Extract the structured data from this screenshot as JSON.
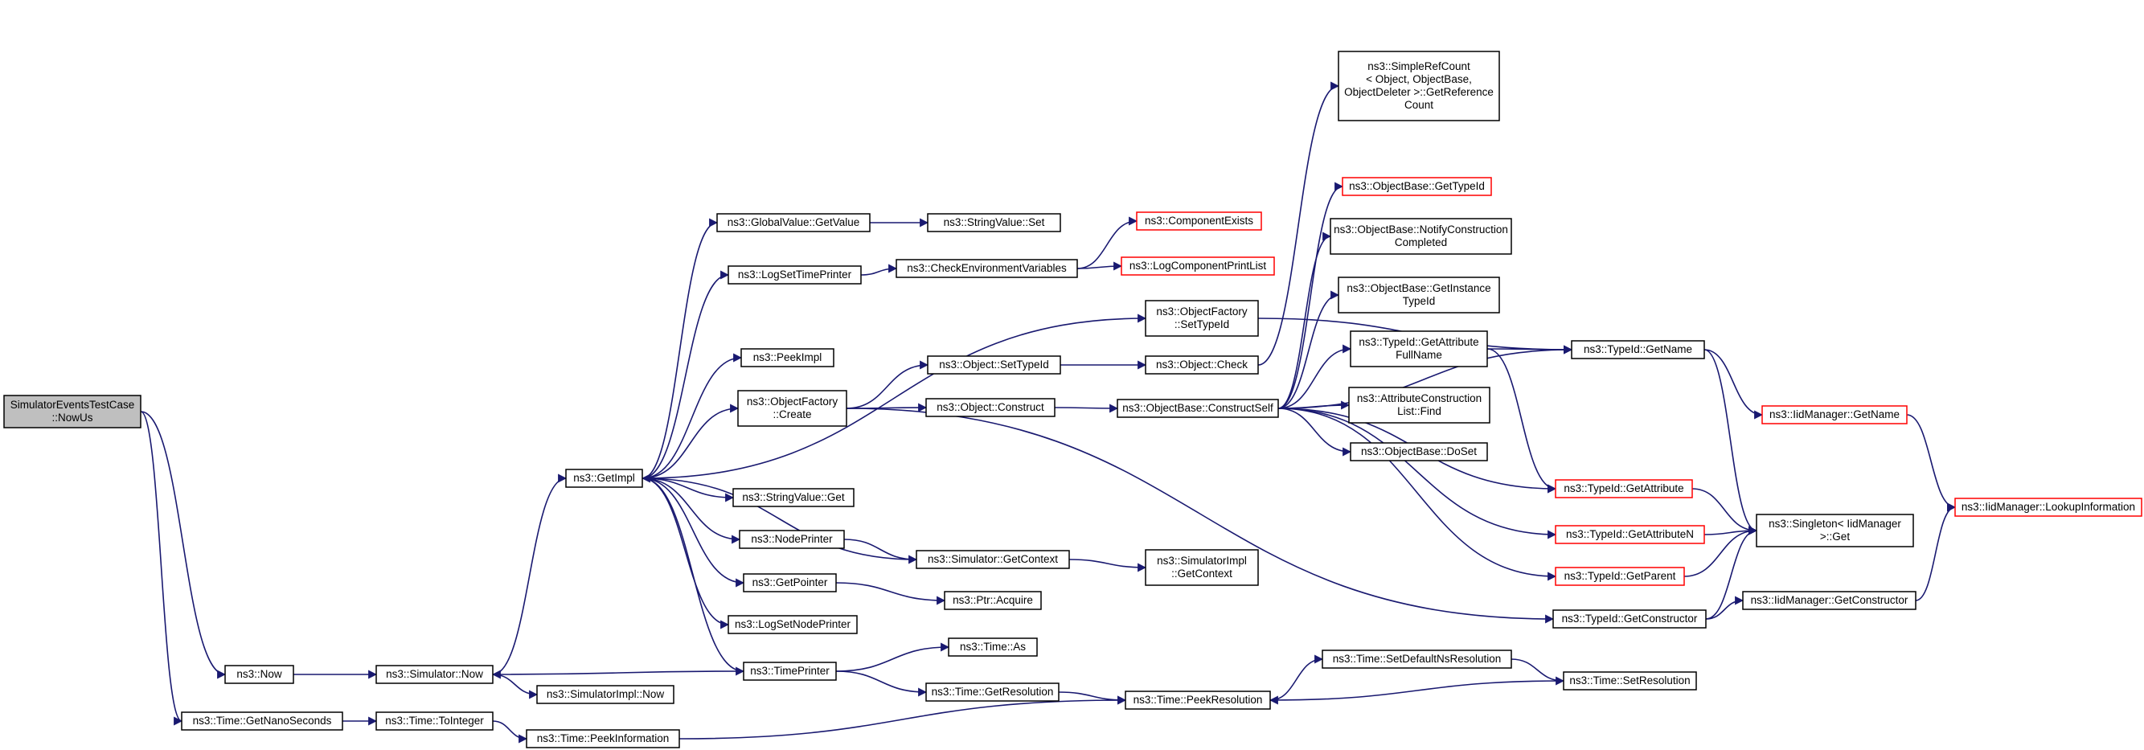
{
  "diagram": {
    "type": "call-graph",
    "colors": {
      "edge": "#191970",
      "node_border": "#000000",
      "truncated_border": "#ff0000",
      "root_fill": "#bfbfbf"
    },
    "nodes": [
      {
        "id": "root",
        "lines": [
          "SimulatorEventsTestCase",
          "::NowUs"
        ],
        "style": "root"
      },
      {
        "id": "now",
        "lines": [
          "ns3::Now"
        ]
      },
      {
        "id": "getnano",
        "lines": [
          "ns3::Time::GetNanoSeconds"
        ]
      },
      {
        "id": "simnow",
        "lines": [
          "ns3::Simulator::Now"
        ]
      },
      {
        "id": "tointeger",
        "lines": [
          "ns3::Time::ToInteger"
        ]
      },
      {
        "id": "getimpl",
        "lines": [
          "ns3::GetImpl"
        ]
      },
      {
        "id": "simimplnow",
        "lines": [
          "ns3::SimulatorImpl::Now"
        ]
      },
      {
        "id": "peekinfo",
        "lines": [
          "ns3::Time::PeekInformation"
        ]
      },
      {
        "id": "globalget",
        "lines": [
          "ns3::GlobalValue::GetValue"
        ]
      },
      {
        "id": "logsettime",
        "lines": [
          "ns3::LogSetTimePrinter"
        ]
      },
      {
        "id": "peekimpl",
        "lines": [
          "ns3::PeekImpl"
        ]
      },
      {
        "id": "ofcreate",
        "lines": [
          "ns3::ObjectFactory",
          "::Create"
        ]
      },
      {
        "id": "strget",
        "lines": [
          "ns3::StringValue::Get"
        ]
      },
      {
        "id": "nodeprinter",
        "lines": [
          "ns3::NodePrinter"
        ]
      },
      {
        "id": "getpointer",
        "lines": [
          "ns3::GetPointer"
        ]
      },
      {
        "id": "logsetnode",
        "lines": [
          "ns3::LogSetNodePrinter"
        ]
      },
      {
        "id": "timeprinter",
        "lines": [
          "ns3::TimePrinter"
        ]
      },
      {
        "id": "strset",
        "lines": [
          "ns3::StringValue::Set"
        ]
      },
      {
        "id": "checkenv",
        "lines": [
          "ns3::CheckEnvironmentVariables"
        ]
      },
      {
        "id": "objsettypeid",
        "lines": [
          "ns3::Object::SetTypeId"
        ]
      },
      {
        "id": "objconstruct",
        "lines": [
          "ns3::Object::Construct"
        ]
      },
      {
        "id": "simgetctx",
        "lines": [
          "ns3::Simulator::GetContext"
        ]
      },
      {
        "id": "ptracquire",
        "lines": [
          "ns3::Ptr::Acquire"
        ]
      },
      {
        "id": "timeas",
        "lines": [
          "ns3::Time::As"
        ]
      },
      {
        "id": "getres",
        "lines": [
          "ns3::Time::GetResolution"
        ]
      },
      {
        "id": "compexists",
        "lines": [
          "ns3::ComponentExists"
        ],
        "style": "red"
      },
      {
        "id": "logcomplist",
        "lines": [
          "ns3::LogComponentPrintList"
        ],
        "style": "red"
      },
      {
        "id": "ofsettypeid",
        "lines": [
          "ns3::ObjectFactory",
          "::SetTypeId"
        ]
      },
      {
        "id": "objcheck",
        "lines": [
          "ns3::Object::Check"
        ]
      },
      {
        "id": "obconstructself",
        "lines": [
          "ns3::ObjectBase::ConstructSelf"
        ]
      },
      {
        "id": "simimplgetctx",
        "lines": [
          "ns3::SimulatorImpl",
          "::GetContext"
        ]
      },
      {
        "id": "peekres",
        "lines": [
          "ns3::Time::PeekResolution"
        ]
      },
      {
        "id": "refcount",
        "lines": [
          "ns3::SimpleRefCount",
          "< Object, ObjectBase,",
          "ObjectDeleter >::GetReference",
          "Count"
        ]
      },
      {
        "id": "obgettypeid",
        "lines": [
          "ns3::ObjectBase::GetTypeId"
        ],
        "style": "red"
      },
      {
        "id": "obnotify",
        "lines": [
          "ns3::ObjectBase::NotifyConstruction",
          "Completed"
        ]
      },
      {
        "id": "obgetinst",
        "lines": [
          "ns3::ObjectBase::GetInstance",
          "TypeId"
        ]
      },
      {
        "id": "tidgetattrfull",
        "lines": [
          "ns3::TypeId::GetAttribute",
          "FullName"
        ]
      },
      {
        "id": "attrlistfind",
        "lines": [
          "ns3::AttributeConstruction",
          "List::Find"
        ]
      },
      {
        "id": "obdoset",
        "lines": [
          "ns3::ObjectBase::DoSet"
        ]
      },
      {
        "id": "setdefaultns",
        "lines": [
          "ns3::Time::SetDefaultNsResolution"
        ]
      },
      {
        "id": "tidgetname",
        "lines": [
          "ns3::TypeId::GetName"
        ]
      },
      {
        "id": "tidgetattr",
        "lines": [
          "ns3::TypeId::GetAttribute"
        ],
        "style": "red"
      },
      {
        "id": "tidgetattrn",
        "lines": [
          "ns3::TypeId::GetAttributeN"
        ],
        "style": "red"
      },
      {
        "id": "tidgetparent",
        "lines": [
          "ns3::TypeId::GetParent"
        ],
        "style": "red"
      },
      {
        "id": "tidgetctor",
        "lines": [
          "ns3::TypeId::GetConstructor"
        ]
      },
      {
        "id": "setres",
        "lines": [
          "ns3::Time::SetResolution"
        ]
      },
      {
        "id": "iidgetname",
        "lines": [
          "ns3::IidManager::GetName"
        ],
        "style": "red"
      },
      {
        "id": "singletonget",
        "lines": [
          "ns3::Singleton< IidManager",
          ">::Get"
        ]
      },
      {
        "id": "iidgetctor",
        "lines": [
          "ns3::IidManager::GetConstructor"
        ]
      },
      {
        "id": "iidlookup",
        "lines": [
          "ns3::IidManager::LookupInformation"
        ],
        "style": "red"
      }
    ],
    "edges": [
      [
        "root",
        "now"
      ],
      [
        "root",
        "getnano"
      ],
      [
        "now",
        "simnow"
      ],
      [
        "getnano",
        "tointeger"
      ],
      [
        "tointeger",
        "peekinfo"
      ],
      [
        "simnow",
        "getimpl"
      ],
      [
        "simnow",
        "simimplnow"
      ],
      [
        "timeprinter",
        "simnow"
      ],
      [
        "getimpl",
        "globalget"
      ],
      [
        "getimpl",
        "logsettime"
      ],
      [
        "getimpl",
        "ofsettypeid"
      ],
      [
        "getimpl",
        "peekimpl"
      ],
      [
        "getimpl",
        "ofcreate"
      ],
      [
        "getimpl",
        "strget"
      ],
      [
        "getimpl",
        "nodeprinter"
      ],
      [
        "getimpl",
        "getpointer"
      ],
      [
        "getimpl",
        "logsetnode"
      ],
      [
        "getimpl",
        "timeprinter"
      ],
      [
        "simgetctx",
        "getimpl"
      ],
      [
        "globalget",
        "strset"
      ],
      [
        "logsettime",
        "checkenv"
      ],
      [
        "checkenv",
        "compexists"
      ],
      [
        "checkenv",
        "logcomplist"
      ],
      [
        "ofcreate",
        "objsettypeid"
      ],
      [
        "ofcreate",
        "objconstruct"
      ],
      [
        "ofcreate",
        "tidgetctor"
      ],
      [
        "nodeprinter",
        "simgetctx"
      ],
      [
        "getpointer",
        "ptracquire"
      ],
      [
        "timeprinter",
        "timeas"
      ],
      [
        "timeprinter",
        "getres"
      ],
      [
        "objsettypeid",
        "objcheck"
      ],
      [
        "objconstruct",
        "obconstructself"
      ],
      [
        "simgetctx",
        "simimplgetctx"
      ],
      [
        "getres",
        "peekres"
      ],
      [
        "peekinfo",
        "peekres"
      ],
      [
        "ofsettypeid",
        "tidgetname"
      ],
      [
        "objcheck",
        "refcount"
      ],
      [
        "obconstructself",
        "obgettypeid"
      ],
      [
        "obconstructself",
        "obnotify"
      ],
      [
        "obconstructself",
        "obgetinst"
      ],
      [
        "obconstructself",
        "tidgetattrfull"
      ],
      [
        "obconstructself",
        "attrlistfind"
      ],
      [
        "obconstructself",
        "obdoset"
      ],
      [
        "obconstructself",
        "tidgetattr"
      ],
      [
        "obconstructself",
        "tidgetattrn"
      ],
      [
        "obconstructself",
        "tidgetparent"
      ],
      [
        "obconstructself",
        "tidgetname"
      ],
      [
        "tidgetattrfull",
        "tidgetname"
      ],
      [
        "tidgetattrfull",
        "tidgetattr"
      ],
      [
        "peekres",
        "setdefaultns"
      ],
      [
        "setdefaultns",
        "setres"
      ],
      [
        "setres",
        "peekres"
      ],
      [
        "tidgetname",
        "iidgetname"
      ],
      [
        "tidgetname",
        "singletonget"
      ],
      [
        "tidgetattr",
        "singletonget"
      ],
      [
        "tidgetattrn",
        "singletonget"
      ],
      [
        "tidgetparent",
        "singletonget"
      ],
      [
        "tidgetctor",
        "singletonget"
      ],
      [
        "tidgetctor",
        "iidgetctor"
      ],
      [
        "iidgetname",
        "iidlookup"
      ],
      [
        "iidgetctor",
        "iidlookup"
      ]
    ]
  }
}
